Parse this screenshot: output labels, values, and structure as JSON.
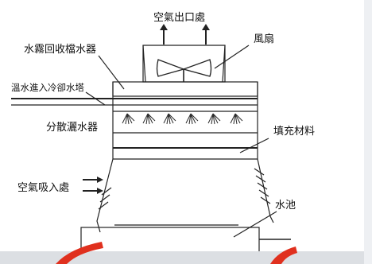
{
  "diagram": {
    "labels": {
      "air_outlet": "空氣出口處",
      "drift_eliminator": "水霧回收檔水器",
      "fan": "風扇",
      "hot_water_inlet": "溫水進入冷卻水塔",
      "water_distributor": "分散灑水器",
      "fill_material": "填充材料",
      "air_inlet": "空氣吸入處",
      "water_basin": "水池"
    },
    "colors": {
      "line": "#222222",
      "spray": "#2a2a2a",
      "bottom_red": "#e0301e",
      "bottom_shade": "#dcdfe3"
    }
  }
}
